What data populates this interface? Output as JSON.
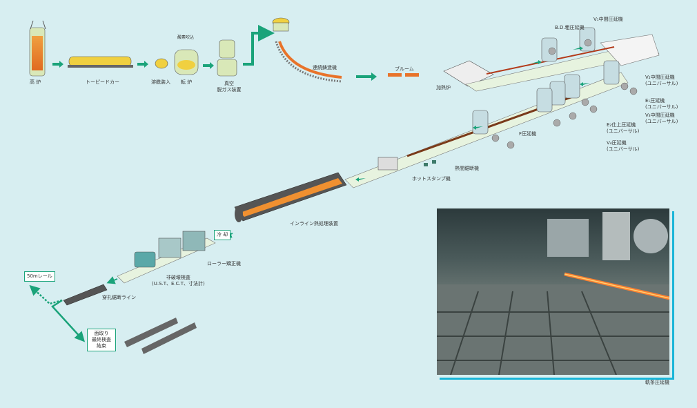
{
  "colors": {
    "background": "#d7eef1",
    "arrow": "#1aa37a",
    "photo_border": "#19b5d8",
    "hot": "#e8732a"
  },
  "process": {
    "blast_furnace": "高 炉",
    "torpedo_car": "トーピードカー",
    "hot_metal_charging": "溶銑装入",
    "oxygen_blowing": "酸素吹込",
    "converter": "転 炉",
    "vacuum_degassing_1": "真空",
    "vacuum_degassing_2": "脱ガス装置",
    "continuous_caster": "連続鋳造機",
    "bloom": "ブルーム",
    "reheating_furnace": "加熱炉",
    "bd_mill": "B.D.粗圧延機",
    "v1_mill": "V₁中間圧延機",
    "v2_mill": "V₂中間圧延機",
    "v2_mill_sub": "(ユニバーサル)",
    "e1_mill": "E₁圧延機",
    "e1_mill_sub": "(ユニバーサル)",
    "v3_mill": "V₃中間圧延機",
    "v3_mill_sub": "(ユニバーサル)",
    "e2_mill": "E₂仕上圧延機",
    "e2_mill_sub": "(ユニバーサル)",
    "v4_mill": "V₄圧延機",
    "v4_mill_sub": "(ユニバーサル)",
    "f_mill": "F圧延機",
    "hot_saw": "熱間鋸断機",
    "hot_stamp": "ホットスタンプ機",
    "inline_heat_treatment": "インライン熱処理装置",
    "cooling": "冷 却",
    "roller_straightener": "ローラー矯正機",
    "ndt": "非破壊検査",
    "ndt_sub": "(U.S.T、E.C.T、寸法計)",
    "drilling_sawing_line": "穿孔鋸断ライン",
    "rail_50m": "50mレール",
    "final_1": "面取り",
    "final_2": "最終検査",
    "final_3": "結束"
  },
  "photo": {
    "caption": "軌条圧延機"
  }
}
